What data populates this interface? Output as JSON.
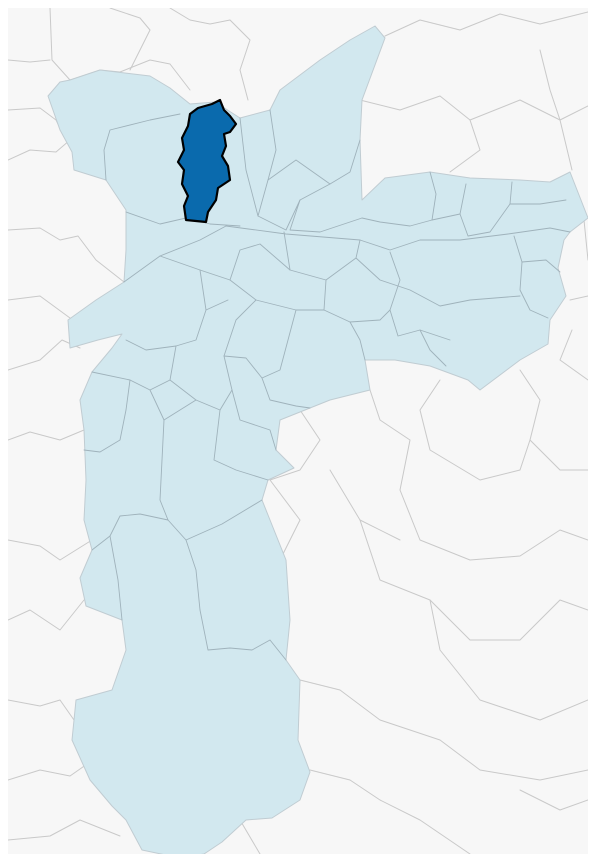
{
  "map": {
    "colors": {
      "background": "#f7f7f7",
      "context_border": "#c9c9c9",
      "city_fill": "#d2e8ef",
      "district_border": "#9fb2bb",
      "selected_fill": "#0a6aad",
      "selected_border": "#000000"
    },
    "regions": [
      {
        "name": "city-sao-paulo",
        "state": "normal"
      },
      {
        "name": "district-highlighted",
        "state": "selected"
      }
    ]
  }
}
